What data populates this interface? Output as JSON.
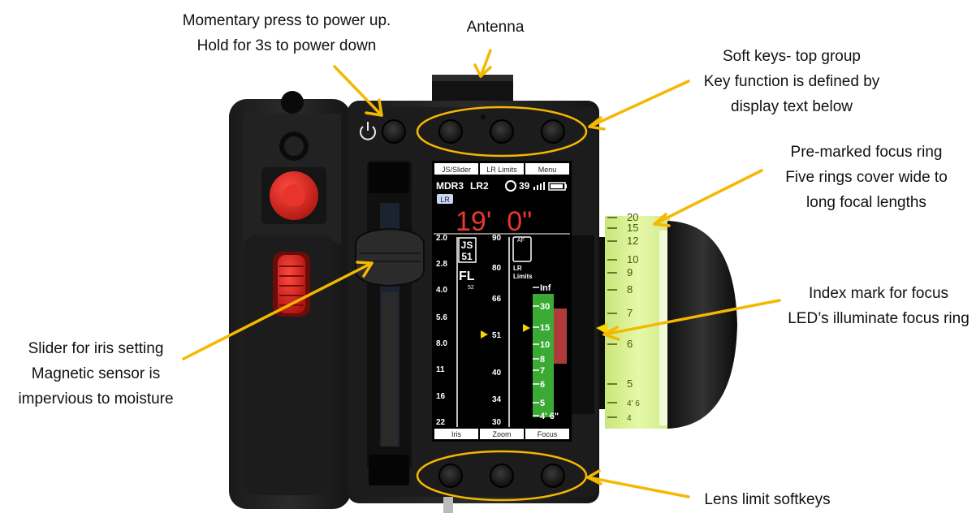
{
  "callouts": {
    "power": [
      "Momentary press to power up.",
      "Hold for 3s to power down"
    ],
    "antenna": [
      "Antenna"
    ],
    "softkeys_top": [
      "Soft keys- top group",
      "Key function is defined by",
      "display text below"
    ],
    "focus_ring": [
      "Pre-marked focus ring",
      "Five rings cover wide to",
      "long focal lengths"
    ],
    "index_mark": [
      "Index mark for focus",
      "LED’s illuminate focus ring"
    ],
    "slider": [
      "Slider for iris setting",
      "Magnetic sensor is",
      "impervious to moisture"
    ],
    "lens_limit": [
      "Lens limit softkeys"
    ]
  },
  "screen": {
    "top_keys": [
      "JS/Slider",
      "LR Limits",
      "Menu"
    ],
    "status": {
      "model": "MDR3",
      "lr": "LR2",
      "channel": "39"
    },
    "lr_badge": "LR",
    "distance": "19'  0\"",
    "iris_scale": [
      "2.0",
      "2.8",
      "4.0",
      "5.6",
      "8.0",
      "11",
      "16",
      "22"
    ],
    "zoom_scale": [
      "90",
      "80",
      "66",
      "51",
      "40",
      "34",
      "30"
    ],
    "js_label": [
      "JS",
      "51"
    ],
    "fl_label": "FL",
    "fl_value": "52",
    "af_label": "AF",
    "lr_limits": [
      "LR",
      "Limits"
    ],
    "focus_scale": [
      "Inf",
      "30",
      "15",
      "10",
      "8",
      "7",
      "6",
      "5",
      "4' 6\""
    ],
    "bottom_keys": [
      "Iris",
      "Zoom",
      "Focus"
    ]
  },
  "lens_ring_marks": [
    "20",
    "15",
    "12",
    "10",
    "9",
    "8",
    "7",
    "6",
    "5",
    "4' 6",
    "4"
  ],
  "colors": {
    "arrow": "#F5B800",
    "screen_red": "#E8382C",
    "bar_green": "#3BAA34",
    "bar_red": "#B03A3A",
    "ring": "#DFF59A",
    "knob": "#D8201C"
  }
}
